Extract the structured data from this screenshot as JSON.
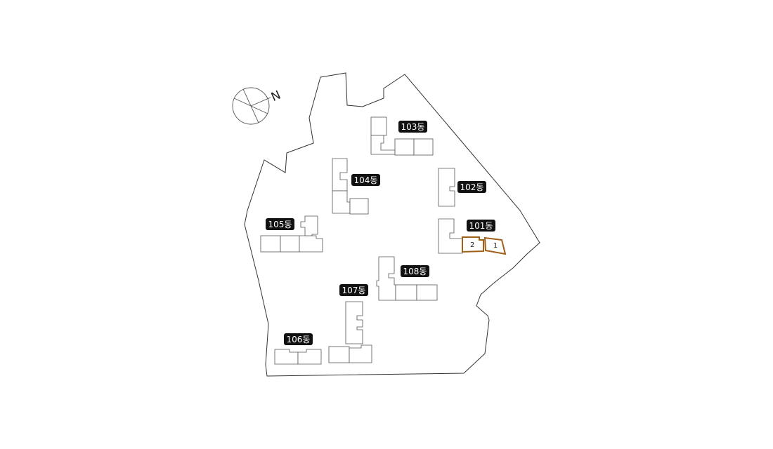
{
  "compass": {
    "north_label": "N",
    "icon": "north-arrow-compass-icon"
  },
  "buildings": [
    {
      "id": "101",
      "label": "101동",
      "highlighted": true,
      "units": [
        "1",
        "2"
      ]
    },
    {
      "id": "102",
      "label": "102동",
      "highlighted": false
    },
    {
      "id": "103",
      "label": "103동",
      "highlighted": false
    },
    {
      "id": "104",
      "label": "104동",
      "highlighted": false
    },
    {
      "id": "105",
      "label": "105동",
      "highlighted": false
    },
    {
      "id": "106",
      "label": "106동",
      "highlighted": false
    },
    {
      "id": "107",
      "label": "107동",
      "highlighted": false
    },
    {
      "id": "108",
      "label": "108동",
      "highlighted": false
    }
  ],
  "colors": {
    "highlight": "#a0601a",
    "label_bg": "#111111",
    "label_text": "#ffffff",
    "outline": "#333333"
  }
}
